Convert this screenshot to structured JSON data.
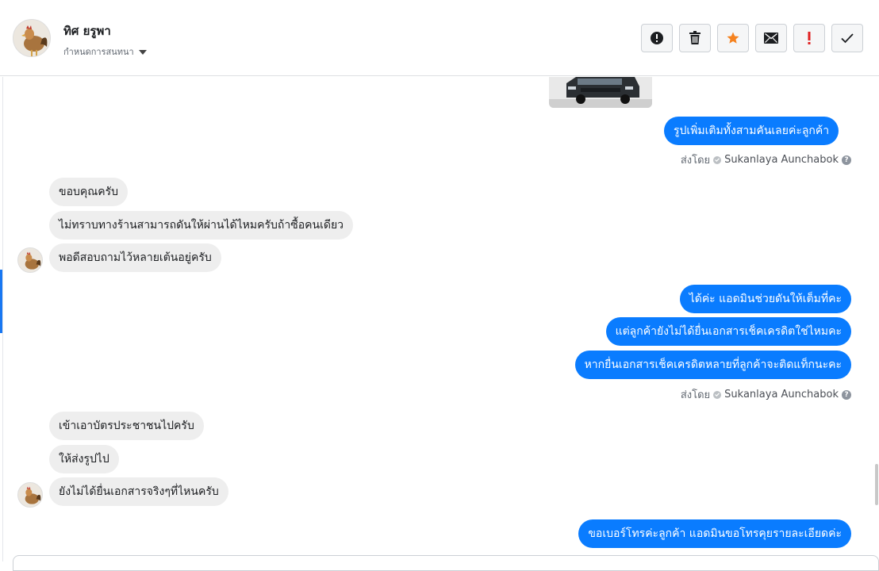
{
  "header": {
    "contact_name": "ทิศ ยรูพา",
    "assign_label": "กำหนดการสนทนา",
    "actions": [
      {
        "icon": "alert-circle-icon",
        "color": "#1c1e21"
      },
      {
        "icon": "trash-icon",
        "color": "#1c1e21"
      },
      {
        "icon": "star-icon",
        "color": "#f5821f"
      },
      {
        "icon": "envelope-icon",
        "color": "#1c1e21"
      },
      {
        "icon": "exclamation-icon",
        "color": "#e02020"
      },
      {
        "icon": "checkmark-icon",
        "color": "#1c1e21"
      }
    ]
  },
  "messages": {
    "m1": "รูปเพิ่มเติมทั้งสามคันเลยค่ะลูกค้า",
    "m2": "ขอบคุณครับ",
    "m3": "ไม่ทราบทางร้านสามารถดันให้ผ่านได้ไหมครับถ้าซื้อคนเดียว",
    "m4": "พอดีสอบถามไว้หลายเต้นอยู่ครับ",
    "m5": "ได้ค่ะ แอดมินช่วยดันให้เต็มที่คะ",
    "m6": "แต่ลูกค้ายังไม่ได้ยื่นเอกสารเช็คเครดิตใช่ไหมคะ",
    "m7": "หากยื่นเอกสารเช็คเครดิตหลายที่ลูกค้าจะติดแท็กนะคะ",
    "m8": "เข้าเอาบัตรประชาชนไปครับ",
    "m9": "ให้ส่งรูปไป",
    "m10": "ยังไม่ได้ยื่นเอกสารจริงๆที่ไหนครับ",
    "m11": "ขอเบอร์โทรค่ะลูกค้า แอดมินขอโทรคุยรายละเอียดค่ะ"
  },
  "sent_by": {
    "prefix": "ส่งโดย",
    "agent": "Sukanlaya Aunchabok",
    "help": "?"
  },
  "colors": {
    "outgoing_bubble": "#0a7cff",
    "incoming_bubble": "#eeeeee"
  }
}
